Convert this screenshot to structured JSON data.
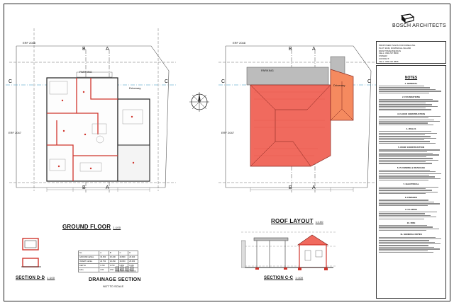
{
  "firm": {
    "name": "BOSCH ARCHITECTS",
    "logo_icon": "bosch-cube-logo-icon"
  },
  "project_info": {
    "title_lines": [
      "PROPOSED PLANS FOR DWELLING",
      "PLOT 2049, DOMINICAL ISLAND"
    ],
    "fields": [
      "DRAFTSMAN/DESIGN",
      "CELL: 082 297 8599",
      "OWNER:",
      "CONTACT:",
      "CELL: 083 246 3855"
    ]
  },
  "notes": {
    "title": "NOTES",
    "sections": [
      {
        "heading": "1. GENERAL",
        "lines": 5
      },
      {
        "heading": "2. FOUNDATIONS",
        "lines": 7
      },
      {
        "heading": "3. FLOOR CONSTRUCTION",
        "lines": 6
      },
      {
        "heading": "4. WALLS",
        "lines": 8
      },
      {
        "heading": "5. ROOF CONSTRUCTION",
        "lines": 9
      },
      {
        "heading": "6. PLUMBING & DRAINAGE",
        "lines": 7
      },
      {
        "heading": "7. ELECTRICAL",
        "lines": 5
      },
      {
        "heading": "8. FINISHES",
        "lines": 4
      },
      {
        "heading": "9. GLAZING",
        "lines": 5
      },
      {
        "heading": "10. FIRE",
        "lines": 4
      },
      {
        "heading": "11. GENERAL NOTES",
        "lines": 10
      }
    ]
  },
  "drawings": {
    "ground_floor": {
      "title": "GROUND FLOOR",
      "scale": "1:100"
    },
    "roof_layout": {
      "title": "ROOF LAYOUT",
      "scale": "1:100"
    },
    "section_dd": {
      "title": "SECTION D-D",
      "scale": "1:100"
    },
    "drainage": {
      "title": "DRAINAGE SECTION",
      "subtitle": "NOT TO SCALE"
    },
    "section_cc": {
      "title": "SECTION C-C",
      "scale": "1:100"
    }
  },
  "labels": {
    "erf_top_left": "ERF 2048",
    "erf_left": "ERF 2047",
    "erf_top_right": "ERF 2048",
    "erf_right_left": "ERF 2047",
    "parking": "PARKING",
    "driveway": "Driveway",
    "roof_parking": "PARKING",
    "roof_driveway": "Driveway",
    "section_markers": {
      "a": "A",
      "b": "B",
      "c": "C"
    }
  },
  "drainage_table": {
    "rows": [
      [
        "No",
        "A",
        "B",
        "C",
        "D"
      ],
      [
        "GROUND LEVEL",
        "30.450",
        "30.200",
        "29.800",
        "29.400"
      ],
      [
        "INVERT LEVEL",
        "29.750",
        "29.450",
        "28.950",
        "28.450"
      ],
      [
        "DEPTH",
        "0.700",
        "0.750",
        "0.850",
        "0.950"
      ],
      [
        "FALL",
        "1:60",
        "1:60",
        "1:60",
        "1:60"
      ]
    ]
  },
  "colors": {
    "roof": "#f06a5e",
    "roof_garage": "#f58a5f",
    "wall_red": "#d0352d",
    "grey_roof": "#bcbcbc"
  }
}
